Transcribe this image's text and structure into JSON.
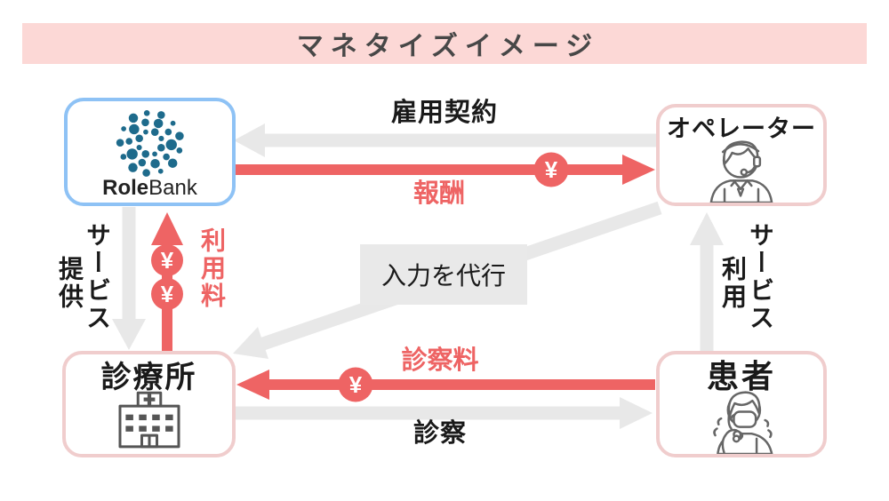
{
  "title": "マネタイズイメージ",
  "symbols": {
    "yen": "¥"
  },
  "colors": {
    "accent_red": "#ee6464",
    "arrow_gray": "#e8e8e8",
    "banner_bg": "#fcd8d6",
    "rolebank_border": "#8ec2f5",
    "pink_border": "#f0cdcd",
    "logo_teal": "#1e6b8c"
  },
  "entities": {
    "rolebank": {
      "brand_bold": "Role",
      "brand_regular": "Bank"
    },
    "operator": {
      "label": "オペレーター"
    },
    "clinic": {
      "label": "診療所"
    },
    "patient": {
      "label": "患者"
    }
  },
  "flows": {
    "employment_contract": {
      "label": "雇用契約",
      "direction": "operator→rolebank",
      "color": "gray"
    },
    "compensation": {
      "label": "報酬",
      "direction": "rolebank→operator",
      "color": "red",
      "yen_badges": 1
    },
    "service_provision": {
      "label": "サービス提供",
      "label_lines": [
        "サービス",
        "提供"
      ],
      "direction": "rolebank→clinic",
      "color": "gray"
    },
    "usage_fee": {
      "label": "利用料",
      "direction": "clinic→rolebank",
      "color": "red",
      "yen_badges": 2
    },
    "input_proxy": {
      "label": "入力を代行",
      "direction": "operator→clinic",
      "color": "gray"
    },
    "consultation_fee": {
      "label": "診察料",
      "direction": "patient→clinic",
      "color": "red",
      "yen_badges": 1
    },
    "consultation": {
      "label": "診察",
      "direction": "clinic→patient",
      "color": "gray"
    },
    "service_use": {
      "label": "サービス利用",
      "label_lines": [
        "サービス",
        "利用"
      ],
      "direction": "patient→operator",
      "color": "gray"
    }
  }
}
